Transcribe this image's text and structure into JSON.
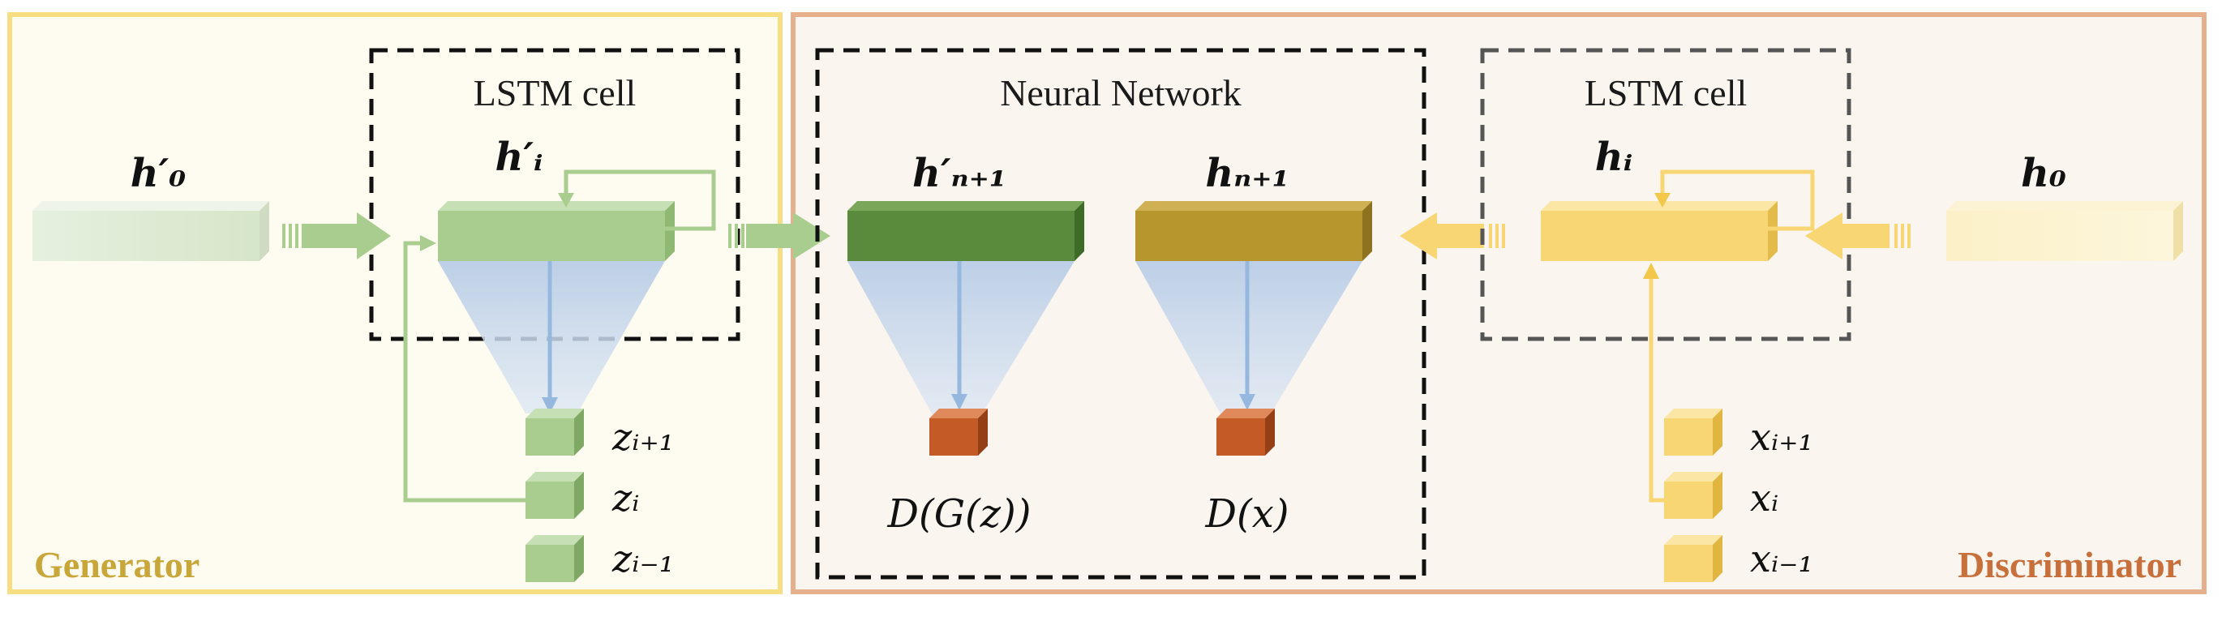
{
  "generator": {
    "label": "Generator",
    "cell_title": "LSTM cell",
    "h0": "h′₀",
    "hi": "h′ᵢ",
    "outputs": [
      "zᵢ₊₁",
      "zᵢ",
      "zᵢ₋₁"
    ]
  },
  "discriminator": {
    "label": "Discriminator",
    "nn_title": "Neural Network",
    "cell_title": "LSTM cell",
    "h_fake": "h′ₙ₊₁",
    "h_real": "hₙ₊₁",
    "d_fake": "D(G(z))",
    "d_real": "D(x)",
    "hi": "hᵢ",
    "h0": "h₀",
    "inputs": [
      "xᵢ₊₁",
      "xᵢ",
      "xᵢ₋₁"
    ]
  },
  "colors": {
    "generator_bg": "#fefcf0",
    "generator_border": "#f7de82",
    "generator_label": "#c9a63a",
    "discriminator_bg": "#fbf5ef",
    "discriminator_border": "#e7b08c",
    "discriminator_label": "#c8703c",
    "green_light": "#a9cd8f",
    "green_dark": "#5a8a3c",
    "gold": "#b8962e",
    "yellow": "#f8d673",
    "orange_cube": "#c45a26",
    "cone_blue": "#c8d8ec"
  }
}
